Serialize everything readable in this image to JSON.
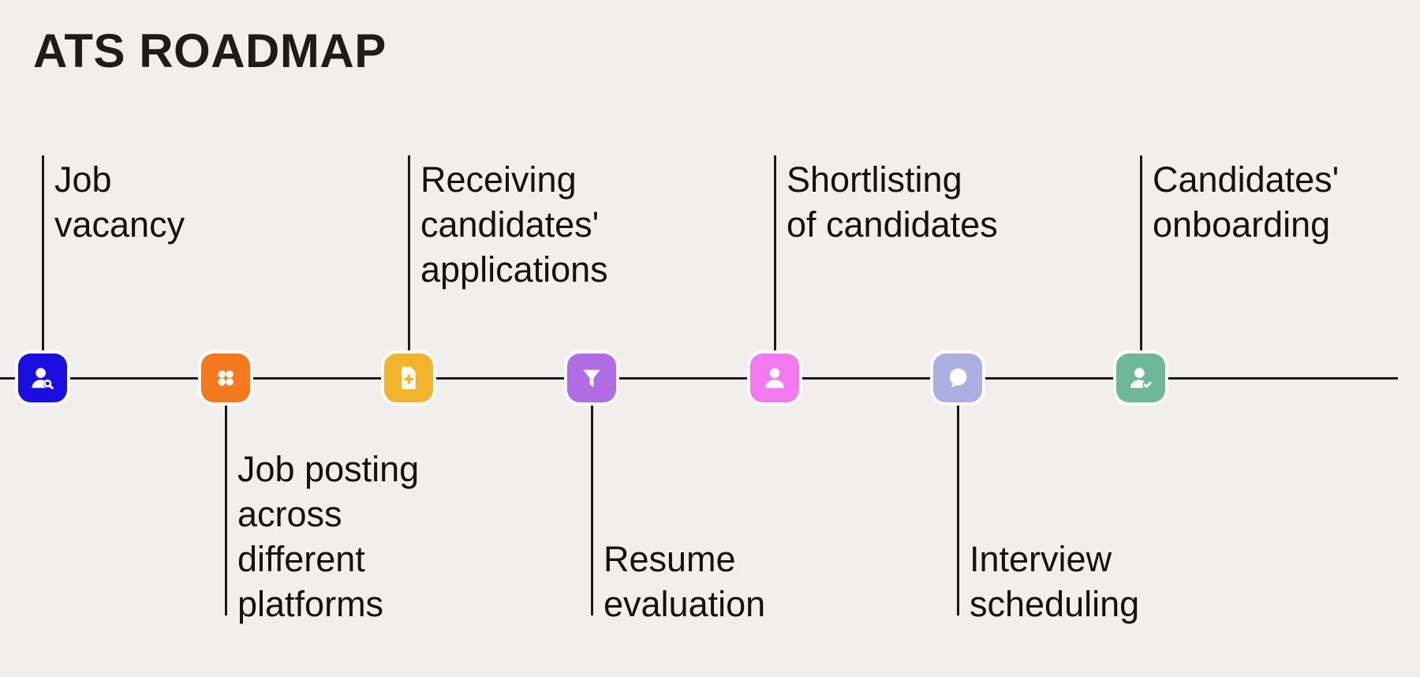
{
  "header": {
    "title": "ATS ROADMAP"
  },
  "canvas": {
    "background_color": "#f0efee",
    "timeline_color": "#1b1919",
    "text_color": "#141111",
    "tile_ring_color": "#fcfbfa"
  },
  "milestones": [
    {
      "label": "Job vacancy",
      "text": "Job\nvacancy",
      "position": "above",
      "color": "#1b0ee0",
      "icon": "user-search-icon"
    },
    {
      "label": "Job posting across different platforms",
      "text": "Job posting\nacross\ndifferent\nplatforms",
      "position": "below",
      "color": "#f57a1f",
      "icon": "grid-dots-icon"
    },
    {
      "label": "Receiving candidates' applications",
      "text": "Receiving\ncandidates'\napplications",
      "position": "above",
      "color": "#f1b42c",
      "icon": "document-add-icon"
    },
    {
      "label": "Resume evaluation",
      "text": "Resume\nevaluation",
      "position": "below",
      "color": "#b06de6",
      "icon": "funnel-icon"
    },
    {
      "label": "Shortlisting of candidates",
      "text": "Shortlisting\nof candidates",
      "position": "above",
      "color": "#f478ee",
      "icon": "user-icon"
    },
    {
      "label": "Interview scheduling",
      "text": "Interview\nscheduling",
      "position": "below",
      "color": "#acafe2",
      "icon": "chat-bubble-icon"
    },
    {
      "label": "Candidates' onboarding",
      "text": "Candidates'\nonboarding",
      "position": "above",
      "color": "#6fb79b",
      "icon": "user-check-icon"
    }
  ]
}
